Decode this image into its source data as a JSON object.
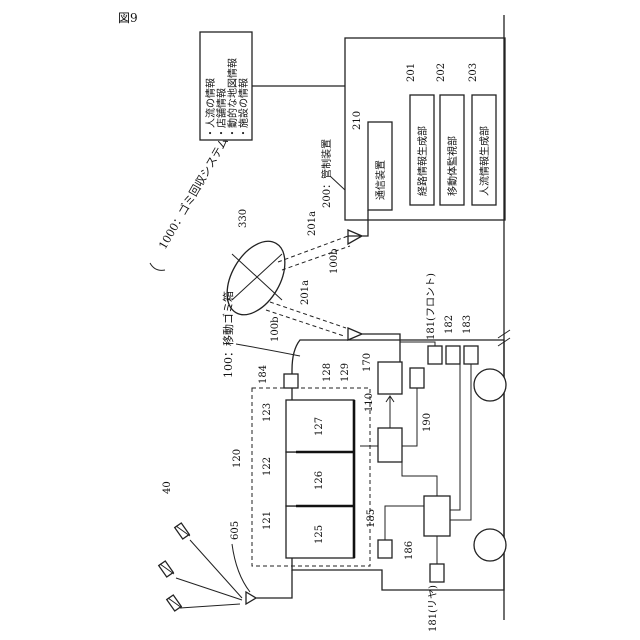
{
  "figure_label": "図9",
  "system_label": "1000：ゴミ回収システム",
  "labels": {
    "mobile_box": "100：移動ゴミ箱",
    "server": "200：管制装置",
    "comm": "通信装置",
    "route": "経路情報生成部",
    "monitor": "移動体監視部",
    "crowd": "人流情報生成部",
    "n201": "201",
    "n202": "202",
    "n203": "203",
    "n210": "210",
    "n330": "330",
    "n201a_1": "201a",
    "n100b_1": "100b",
    "n201a_2": "201a",
    "n100b_2": "100b",
    "n40": "40",
    "n605": "605",
    "n120": "120",
    "n121": "121",
    "n122": "122",
    "n123": "123",
    "n125": "125",
    "n126": "126",
    "n127": "127",
    "n128": "128",
    "n129": "129",
    "n184": "184",
    "n170": "170",
    "n110": "110",
    "n190": "190",
    "n185": "185",
    "n186": "186",
    "n181_front": "181(フロント)",
    "n182": "182",
    "n183": "183",
    "n181_rear": "181(リヤ)"
  },
  "info_list": [
    "・人流の情報",
    "・店舗情報",
    "・動的な地図情報",
    "・施設の情報"
  ]
}
